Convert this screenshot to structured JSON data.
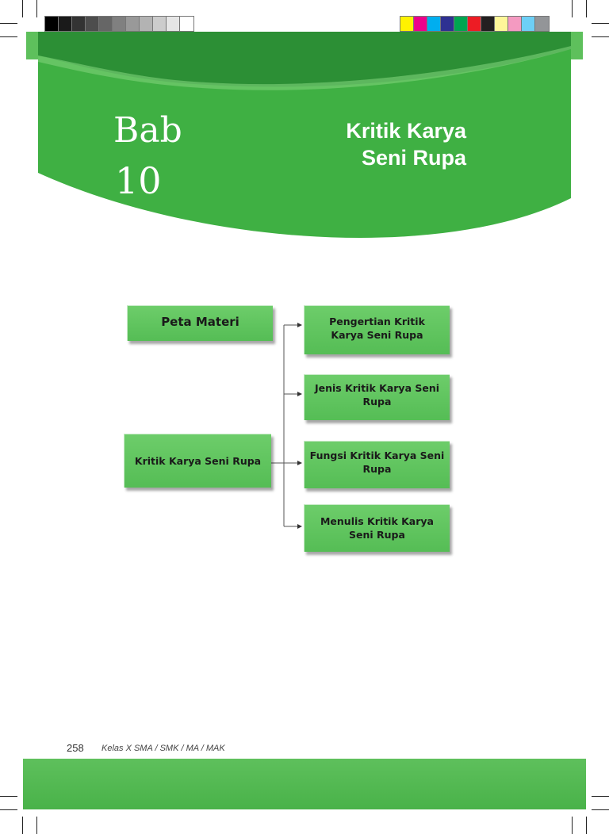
{
  "colors": {
    "header_green": "#3fb043",
    "header_dark_green": "#2c8f35",
    "box_green": "#5fc35d",
    "footer_green": "#52b852"
  },
  "gray_swatches": [
    "#000000",
    "#1a1a1a",
    "#333333",
    "#4d4d4d",
    "#666666",
    "#808080",
    "#999999",
    "#b3b3b3",
    "#cccccc",
    "#e6e6e6",
    "#ffffff"
  ],
  "color_swatches": [
    "#fff200",
    "#ec008c",
    "#00aeef",
    "#2e3192",
    "#00a651",
    "#ed1c24",
    "#231f20",
    "#fff799",
    "#f49ac1",
    "#6dcff6",
    "#939598"
  ],
  "chapter": {
    "label": "Bab",
    "number": "10",
    "title_line1": "Kritik Karya",
    "title_line2": "Seni Rupa"
  },
  "concept_map": {
    "heading": "Peta Materi",
    "root": "Kritik Karya Seni Rupa",
    "branches": [
      {
        "line1": "Pengertian Kritik",
        "line2": "Karya Seni Rupa"
      },
      {
        "line1": "Jenis Kritik Karya Seni",
        "line2": "Rupa"
      },
      {
        "line1": "Fungsi  Kritik  Karya Seni",
        "line2": "Rupa"
      },
      {
        "line1": "Menulis Kritik  Karya",
        "line2": "Seni Rupa"
      }
    ]
  },
  "footer": {
    "page_number": "258",
    "book": "Kelas X SMA / SMK / MA / MAK"
  }
}
